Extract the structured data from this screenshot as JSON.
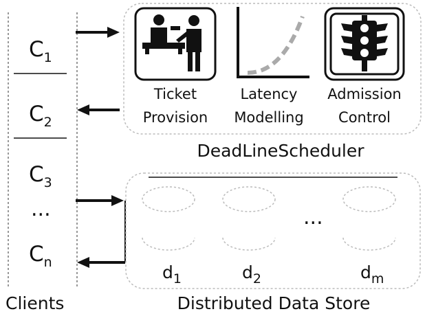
{
  "clients": {
    "caption": "Clients",
    "items": [
      {
        "base": "C",
        "sub": "1"
      },
      {
        "base": "C",
        "sub": "2"
      },
      {
        "base": "C",
        "sub": "3"
      },
      {
        "base": "...",
        "sub": ""
      },
      {
        "base": "C",
        "sub": "n"
      }
    ]
  },
  "scheduler": {
    "caption": "DeadLineScheduler",
    "components": [
      {
        "line1": "Ticket",
        "line2": "Provision",
        "icon": "ticket-desk-icon"
      },
      {
        "line1": "Latency",
        "line2": "Modelling",
        "icon": "latency-curve-icon"
      },
      {
        "line1": "Admission",
        "line2": "Control",
        "icon": "traffic-light-icon"
      }
    ]
  },
  "store": {
    "caption": "Distributed Data Store",
    "nodes": [
      {
        "base": "d",
        "sub": "1"
      },
      {
        "base": "d",
        "sub": "2"
      },
      {
        "base": "...",
        "sub": ""
      },
      {
        "base": "d",
        "sub": "m"
      }
    ]
  },
  "colors": {
    "stroke": "#111111",
    "dashed": "#bbbbbb",
    "curve": "#aaaaaa"
  }
}
